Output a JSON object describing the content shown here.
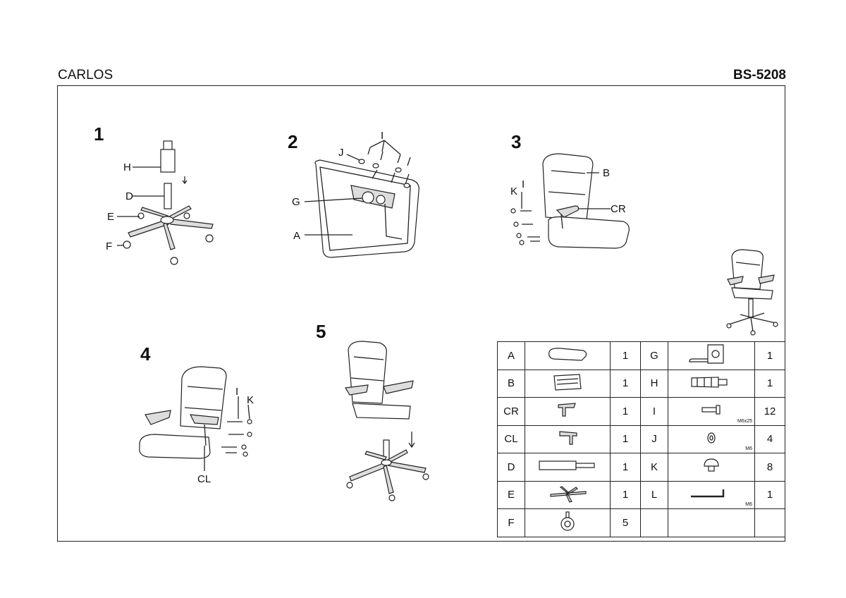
{
  "header": {
    "title": "CARLOS",
    "model": "BS-5208"
  },
  "steps": {
    "s1": {
      "num": "1",
      "labels": {
        "H": "H",
        "D": "D",
        "E": "E",
        "F": "F"
      }
    },
    "s2": {
      "num": "2",
      "labels": {
        "J": "J",
        "I": "I",
        "G": "G",
        "A": "A"
      }
    },
    "s3": {
      "num": "3",
      "labels": {
        "B": "B",
        "K": "K",
        "I": "I",
        "CR": "CR"
      }
    },
    "s4": {
      "num": "4",
      "labels": {
        "I": "I",
        "K": "K",
        "CL": "CL"
      }
    },
    "s5": {
      "num": "5"
    }
  },
  "parts_table": {
    "rows": [
      {
        "l1": "A",
        "icon1": "seat-icon",
        "q1": "1",
        "l2": "G",
        "icon2": "mechanism-icon",
        "sub2": "",
        "q2": "1"
      },
      {
        "l1": "B",
        "icon1": "backrest-icon",
        "q1": "1",
        "l2": "H",
        "icon2": "gas-cover-icon",
        "sub2": "",
        "q2": "1"
      },
      {
        "l1": "CR",
        "icon1": "armrest-right-icon",
        "q1": "1",
        "l2": "I",
        "icon2": "bolt-icon",
        "sub2": "M6x25",
        "q2": "12"
      },
      {
        "l1": "CL",
        "icon1": "armrest-left-icon",
        "q1": "1",
        "l2": "J",
        "icon2": "washer-icon",
        "sub2": "M6",
        "q2": "4"
      },
      {
        "l1": "D",
        "icon1": "gas-lift-icon",
        "q1": "1",
        "l2": "K",
        "icon2": "cap-icon",
        "sub2": "",
        "q2": "8"
      },
      {
        "l1": "E",
        "icon1": "base-icon",
        "q1": "1",
        "l2": "L",
        "icon2": "hex-key-icon",
        "sub2": "M6",
        "q2": "1"
      },
      {
        "l1": "F",
        "icon1": "caster-icon",
        "q1": "5",
        "l2": "",
        "icon2": "",
        "sub2": "",
        "q2": ""
      }
    ]
  }
}
